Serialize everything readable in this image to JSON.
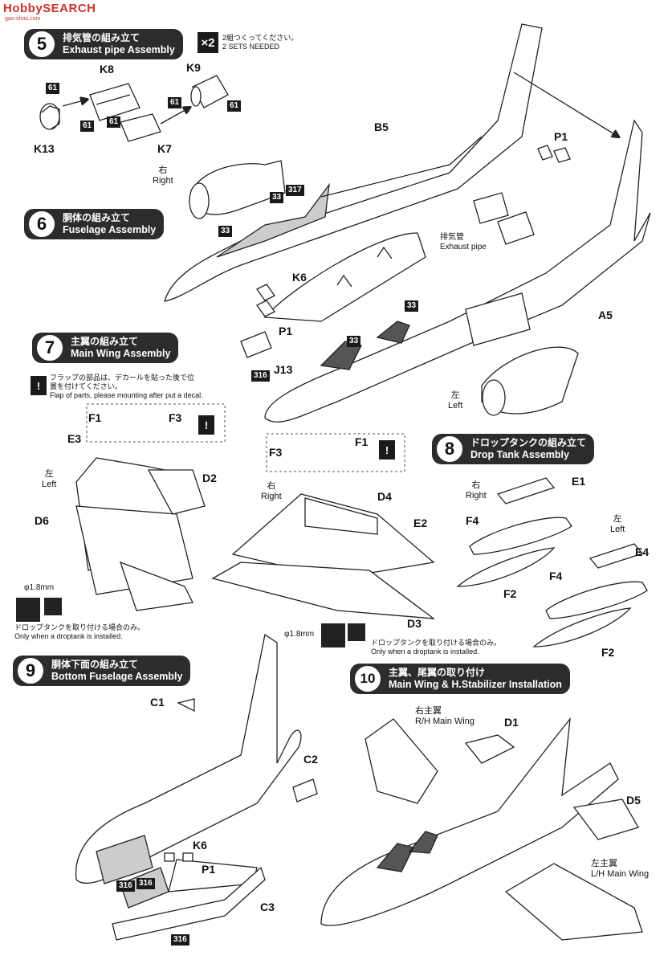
{
  "watermark": {
    "brand": "HobbySEARCH",
    "sub": "gao-shou.com"
  },
  "steps": [
    {
      "num": "5",
      "jp": "排気管の組み立て",
      "en": "Exhaust pipe Assembly"
    },
    {
      "num": "6",
      "jp": "胴体の組み立て",
      "en": "Fuselage Assembly"
    },
    {
      "num": "7",
      "jp": "主翼の組み立て",
      "en": "Main Wing Assembly"
    },
    {
      "num": "8",
      "jp": "ドロップタンクの組み立て",
      "en": "Drop Tank Assembly"
    },
    {
      "num": "9",
      "jp": "胴体下面の組み立て",
      "en": "Bottom Fuselage Assembly"
    },
    {
      "num": "10",
      "jp": "主翼、尾翼の取り付け",
      "en": "Main Wing & H.Stabilizer Installation"
    }
  ],
  "x2": {
    "mark": "×2",
    "jp": "2組つくってください。",
    "en": "2 SETS NEEDED"
  },
  "parts": {
    "K8": "K8",
    "K9": "K9",
    "K13": "K13",
    "K7": "K7",
    "B5": "B5",
    "P1a": "P1",
    "K6": "K6",
    "P1b": "P1",
    "J13": "J13",
    "A5": "A5",
    "F1a": "F1",
    "F3a": "F3",
    "E3": "E3",
    "D2": "D2",
    "D6": "D6",
    "F3b": "F3",
    "F1b": "F1",
    "D4": "D4",
    "E2": "E2",
    "D3": "D3",
    "E1": "E1",
    "F4a": "F4",
    "F2a": "F2",
    "E4": "E4",
    "F4b": "F4",
    "F2b": "F2",
    "C1": "C1",
    "C2": "C2",
    "K6b": "K6",
    "P1c": "P1",
    "C3": "C3",
    "D1": "D1",
    "D5": "D5"
  },
  "colors": {
    "61": "61",
    "33": "33",
    "317": "317",
    "316": "316"
  },
  "labels": {
    "right_jp": "右",
    "right_en": "Right",
    "left_jp": "左",
    "left_en": "Left",
    "exhaust_jp": "排気管",
    "exhaust_en": "Exhaust pipe",
    "flap_jp": "フラップの部品は、デカールを貼った後で位置を付けてください。",
    "flap_en": "Flap of parts, please mounting after put a decal.",
    "dia": "φ1.8mm",
    "drop_jp": "ドロップタンクを取り付ける場合のみ。",
    "drop_en": "Only when a droptank is installed.",
    "rh_jp": "右主翼",
    "rh_en": "R/H Main Wing",
    "lh_jp": "左主翼",
    "lh_en": "L/H Main Wing"
  }
}
